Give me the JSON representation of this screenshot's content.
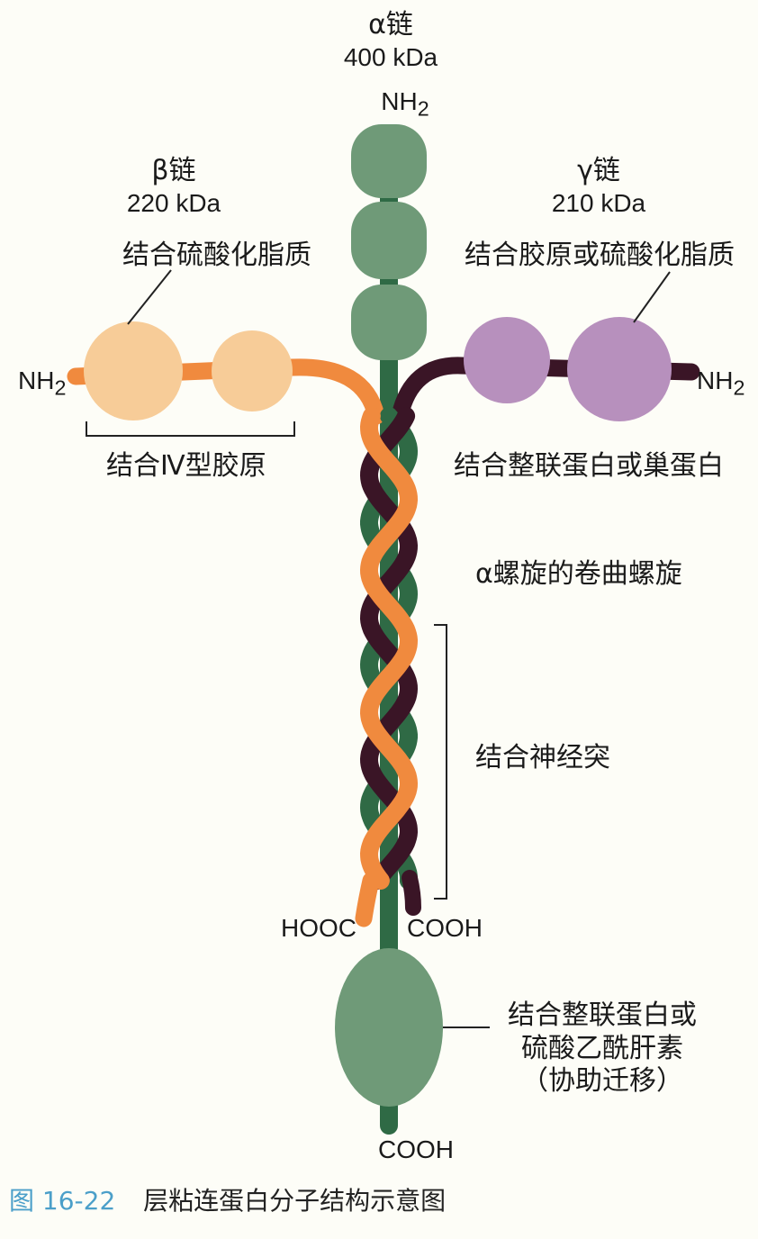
{
  "chains": {
    "alpha": {
      "name": "α链",
      "mass": "400 kDa",
      "n_terminus": "NH",
      "subscript": "2"
    },
    "beta": {
      "name": "β链",
      "mass": "220 kDa",
      "n_terminus": "NH",
      "subscript": "2"
    },
    "gamma": {
      "name": "γ链",
      "mass": "210 kDa",
      "n_terminus": "NH",
      "subscript": "2"
    }
  },
  "annotations": {
    "beta_globule": "结合硫酸化脂质",
    "gamma_globule": "结合胶原或硫酸化脂质",
    "beta_collagen": "结合Ⅳ型胶原",
    "integrin_nidogen": "结合整联蛋白或巢蛋白",
    "coiled_coil": "α螺旋的卷曲螺旋",
    "neurite": "结合神经突",
    "c_terminal_line1": "结合整联蛋白或",
    "c_terminal_line2": "硫酸乙酰肝素",
    "c_terminal_line3": "（协助迁移）"
  },
  "termini": {
    "hooc": "HOOC",
    "cooh_right": "COOH",
    "cooh_bottom": "COOH"
  },
  "figure": {
    "number": "图 16-22",
    "title": "层粘连蛋白分子结构示意图"
  },
  "colors": {
    "alpha_green": "#6f9a78",
    "alpha_dark_green": "#2f6a45",
    "beta_peach": "#f7cc98",
    "beta_orange": "#f08a3e",
    "gamma_purple": "#b790bd",
    "gamma_dark": "#3a1526"
  }
}
